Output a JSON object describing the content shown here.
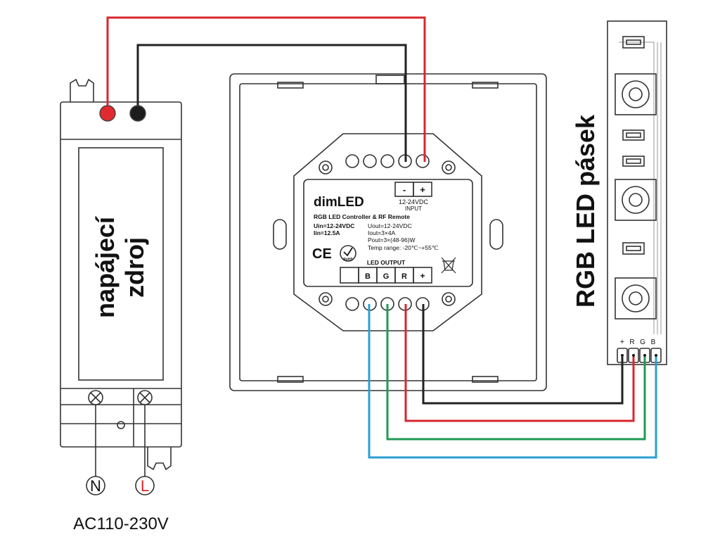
{
  "psu": {
    "label_line1": "napájecí",
    "label_line2": "zdroj",
    "neutral": "N",
    "live": "L",
    "ac_input": "AC110-230V"
  },
  "controller": {
    "brand": "dimLED",
    "description": "RGB LED Controller & RF Remote",
    "uin": "Uin=12-24VDC",
    "iin": "Iin=12.5A",
    "uout": "Uout=12-24VDC",
    "iout": "Iout=3×4A",
    "pout": "Pout=3×(48-96)W",
    "temp": "Temp range: -20℃~+55℃",
    "input_minus": "-",
    "input_plus": "+",
    "input_voltage": "12-24VDC",
    "input_label": "INPUT",
    "ce_mark": "CE",
    "rohs": "RoHS",
    "output_label": "LED OUTPUT",
    "out_b": "B",
    "out_g": "G",
    "out_r": "R",
    "out_plus": "+"
  },
  "strip": {
    "label": "RGB LED pásek",
    "pin_plus": "+",
    "pin_r": "R",
    "pin_g": "G",
    "pin_b": "B"
  },
  "colors": {
    "wire_red": "#d9262c",
    "wire_black": "#222222",
    "wire_green": "#1f9a55",
    "wire_blue": "#2a9fd0",
    "outline": "#333333"
  }
}
